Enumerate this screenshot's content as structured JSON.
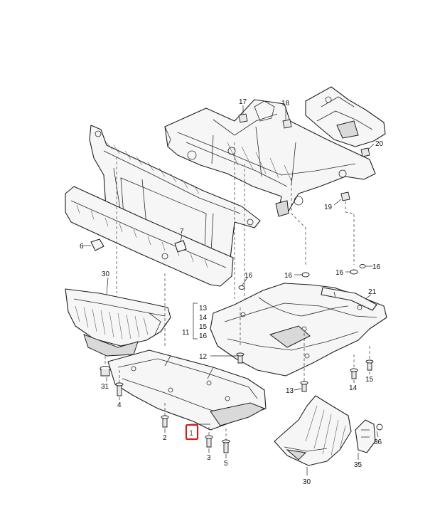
{
  "diagram": {
    "title": "Underbody / front end parts diagram",
    "highlight_color": "#d0201c",
    "callouts": {
      "c1": "1",
      "c2": "2",
      "c3": "3",
      "c4": "4",
      "c5": "5",
      "c6": "6",
      "c7": "7",
      "c11": "11",
      "c12": "12",
      "c13a": "13",
      "c13b": "13",
      "c14a": "14",
      "c14b": "14",
      "c15a": "15",
      "c15b": "15",
      "c16a": "16",
      "c16b": "16",
      "c16c": "16",
      "c16d": "16",
      "c16e": "16",
      "c17": "17",
      "c18": "18",
      "c19": "19",
      "c20": "20",
      "c21": "21",
      "c30a": "30",
      "c30b": "30",
      "c31": "31",
      "c35": "35",
      "c36": "36"
    }
  }
}
